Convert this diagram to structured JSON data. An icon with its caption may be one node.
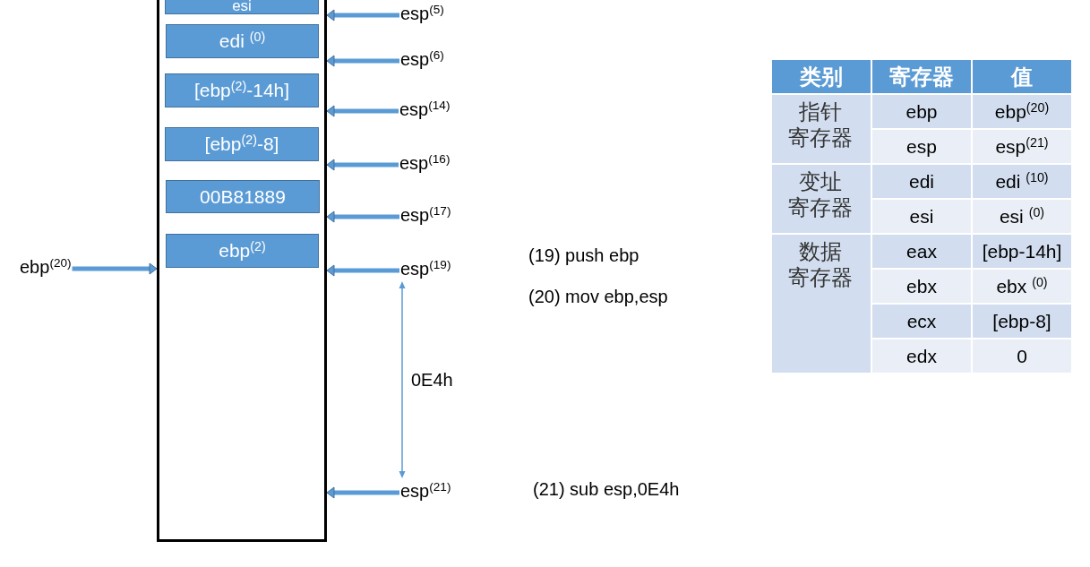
{
  "diagram": {
    "nodes": [
      {
        "text": [],
        "shape": "box"
      },
      {
        "text": [
          "esi"
        ],
        "in": 0
      },
      {
        "text": [
          "edi $^{(0)}$"
        ],
        "in": 0
      },
      {
        "text": [
          "[ebp$^{(2)}$-14h]"
        ],
        "in": 0
      },
      {
        "text": [
          "[ebp$^{(2)}$-8]"
        ],
        "in": 0
      },
      {
        "text": [
          "00B81889"
        ],
        "in": 0
      },
      {
        "text": [
          "ebp$^{(2)}$"
        ],
        "in": 0
      },
      {
        "text": [
          "esp$^{(5)}$"
        ]
      },
      {
        "text": [
          "esp$^{(6)}$"
        ]
      },
      {
        "text": [
          "esp$^{(14)}$"
        ]
      },
      {
        "text": [
          "esp$^{(16)}$"
        ]
      },
      {
        "text": [
          "esp$^{(17)}$"
        ]
      },
      {
        "text": [
          "ebp$^{(20)}$"
        ]
      },
      {
        "text": [
          "esp$^{(19)}$"
        ]
      },
      {
        "text": [
          "esp$^{(21)}$"
        ]
      }
    ],
    "edges": [
      {
        "from": 7,
        "to": 0,
        "arrow": "to"
      },
      {
        "from": 8,
        "to": 0,
        "arrow": "to"
      },
      {
        "from": 9,
        "to": 0,
        "arrow": "to"
      },
      {
        "from": 10,
        "to": 0,
        "arrow": "to"
      },
      {
        "from": 11,
        "to": 0,
        "arrow": "to"
      },
      {
        "from": 12,
        "to": 0,
        "arrow": "to"
      },
      {
        "from": 13,
        "to": 0,
        "arrow": "to"
      },
      {
        "from": 14,
        "to": 0,
        "arrow": "to"
      },
      {
        "from": 13,
        "to": 14,
        "arrow": "both",
        "label": "0E4h"
      }
    ],
    "labels": [
      "(19) push ebp",
      "(20) mov ebp,esp",
      "(21) sub esp,0E4h",
      "类别",
      "寄存器",
      "值",
      "指针寄存器",
      "ebp",
      "ebp$^{(20)}$",
      "esp",
      "esp$^{(21)}$",
      "变址寄存器",
      "edi",
      "edi $^{(10)}$",
      "esi",
      "esi $^{(0)}$",
      "数据寄存器",
      "eax",
      "[ebp-14h]",
      "ebx",
      "ebx $^{(0)}$",
      "ecx",
      "[ebp-8]",
      "edx",
      "0"
    ]
  }
}
